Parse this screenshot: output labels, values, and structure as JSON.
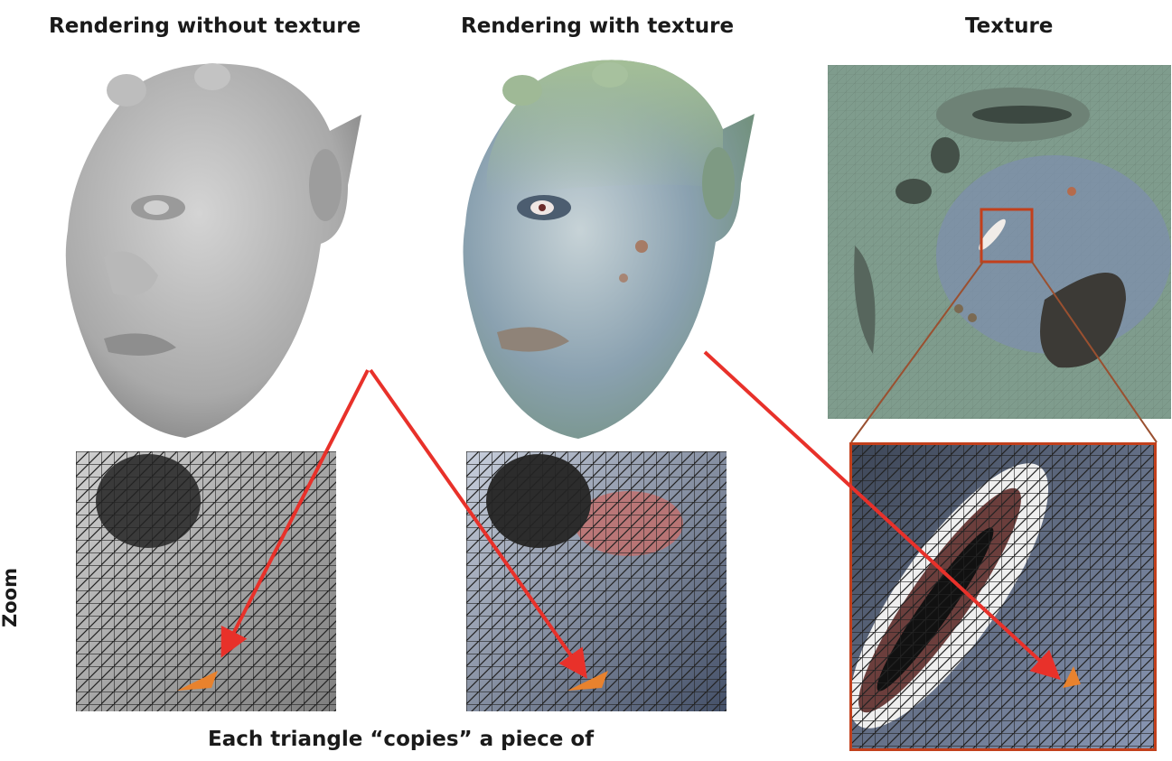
{
  "titles": {
    "left": "Rendering without texture",
    "middle": "Rendering with texture",
    "right": "Texture"
  },
  "side_label": "Zoom",
  "caption": "Each triangle “copies” a piece of",
  "colors": {
    "arrow": "#e8312a",
    "highlight_box": "#c2401c",
    "triangle": "#e8822e",
    "untextured_face": "#b3b3b3",
    "textured_face": "#8fa7a0",
    "texture_bg": "#7e9a8f"
  }
}
